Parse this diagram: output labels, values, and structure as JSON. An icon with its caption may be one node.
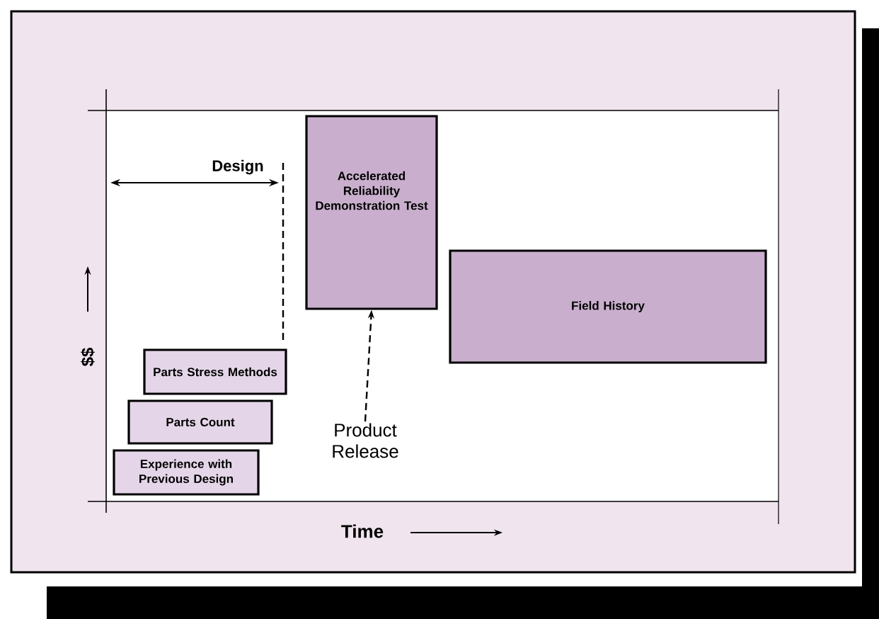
{
  "diagram": {
    "nodes": [
      {
        "text": [
          "Accelerated Reliability Demonstration Test"
        ]
      },
      {
        "text": [
          "Field History"
        ]
      },
      {
        "text": [
          "Parts Stress Methods"
        ]
      },
      {
        "text": [
          "Parts Count"
        ]
      },
      {
        "text": [
          "Experience with Previous Design"
        ]
      },
      {
        "text": [
          "Product Release"
        ]
      }
    ],
    "edges": [
      {
        "from": 5,
        "to": 0,
        "arrow": "to",
        "style": "dashed"
      }
    ],
    "labels": [
      "Design",
      "$$",
      "Time"
    ]
  }
}
